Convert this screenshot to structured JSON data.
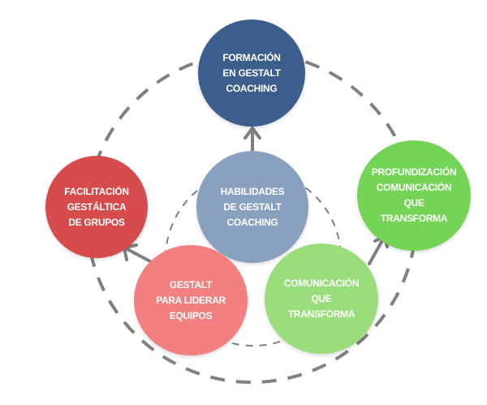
{
  "nodes": [
    {
      "id": "top",
      "lines": [
        "FORMACIÓN",
        "EN GESTALT",
        "COACHING"
      ],
      "color": "#3b5e8c"
    },
    {
      "id": "center",
      "lines": [
        "HABILIDADES",
        "DE GESTALT",
        "COACHING"
      ],
      "color": "#8aa0bf"
    },
    {
      "id": "left",
      "lines": [
        "FACILITACIÓN",
        "GESTÁLTICA",
        "DE GRUPOS"
      ],
      "color": "#d64c4d"
    },
    {
      "id": "right",
      "lines": [
        "PROFUNDIZACIÓN",
        "COMUNICACIÓN",
        "QUE",
        "TRANSFORMA"
      ],
      "color": "#74d455"
    },
    {
      "id": "bottom-left",
      "lines": [
        "GESTALT",
        "PARA LIDERAR",
        "EQUIPOS"
      ],
      "color": "#f28080"
    },
    {
      "id": "bottom-right",
      "lines": [
        "COMUNICACIÓN",
        "QUE",
        "TRANSFORMA"
      ],
      "color": "#9ade7b"
    }
  ],
  "colors": {
    "dash": "#808080"
  }
}
